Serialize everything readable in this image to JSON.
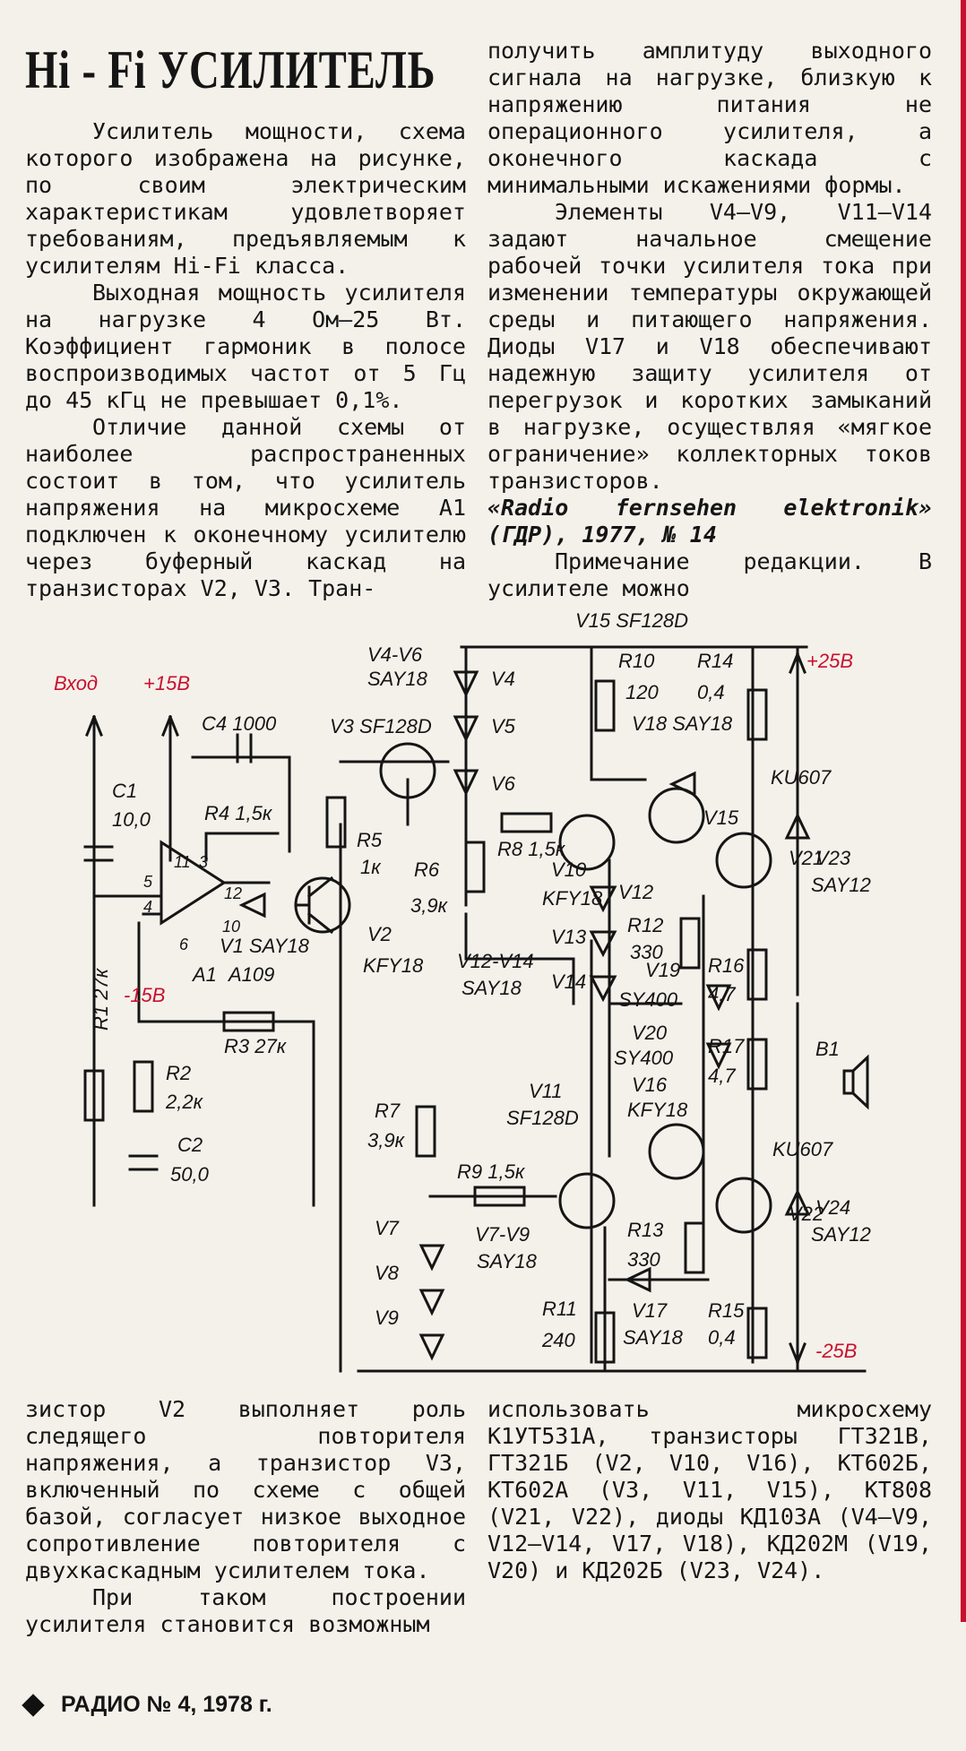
{
  "title": "Hi - Fi УСИЛИТЕЛЬ",
  "col1": [
    "Усилитель мощности, схема которого изображена на рисунке, по своим электрическим характеристикам удовлетворяет требованиям, предъявляемым к усилителям Hi-Fi класса.",
    "Выходная мощность усилителя на нагрузке 4 Ом—25 Вт. Коэффициент гармоник в полосе воспроизводимых частот от 5 Гц до 45 кГц не превышает 0,1%.",
    "Отличие данной схемы от наиболее распространенных состоит в том, что усилитель напряжения на микросхеме A1 подключен к оконечному усилителю через буферный каскад на транзисторах V2, V3. Тран-"
  ],
  "col2": [
    "получить амплитуду выходного сигнала на нагрузке, близкую к напряжению питания не операционного усилителя, а оконечного каскада с минимальными искажениями формы.",
    "Элементы V4—V9, V11—V14 задают начальное смещение рабочей точки усилителя тока при изменении температуры окружающей среды и питающего напряжения. Диоды V17 и V18 обеспечивают надежную защиту усилителя от перегрузок и коротких замыканий в нагрузке, осуществляя «мягкое ограничение» коллекторных токов транзисторов.",
    "«Radio fernsehen elektronik» (ГДР), 1977, № 14",
    "Примечание редакции.",
    "В усилителе можно"
  ],
  "col3": [
    "зистор V2 выполняет роль следящего повторителя напряжения, а транзистор V3, включенный по схеме с общей базой, согласует низкое выходное сопротивление повторителя с двухкаскадным усилителем тока.",
    "При таком построении усилителя становится возможным"
  ],
  "col4": [
    "использовать микросхему К1УТ531А, транзисторы ГТ321В, ГТ321Б (V2, V10, V16), КТ602Б, КТ602А (V3, V11, V15), КТ808 (V21, V22), диоды КД103А (V4—V9, V12—V14, V17, V18), КД202М (V19, V20) и КД202Б (V23, V24)."
  ],
  "schematic": {
    "input": "Вход",
    "plus15": "+15В",
    "minus15": "-15В",
    "plus25": "+25В",
    "minus25": "-25В",
    "c4": "C4 1000",
    "v3": "V3 SF128D",
    "v4v6": "V4-V6",
    "v4v6_type": "SAY18",
    "v4": "V4",
    "v5": "V5",
    "v6": "V6",
    "v15top": "V15 SF128D",
    "r10": "R10",
    "r10v": "120",
    "r14": "R14",
    "r14v": "0,4",
    "v18": "V18 SAY18",
    "c1": "C1",
    "c1v": "10,0",
    "r4": "R4 1,5к",
    "r5": "R5",
    "r5v": "1к",
    "r8": "R8 1,5к",
    "r6": "R6",
    "r6v": "3,9к",
    "v10": "V10",
    "v10t": "KFY18",
    "v15": "V15",
    "v21": "V21",
    "ku607a": "KU607",
    "v23": "V23",
    "v23t": "SAY12",
    "p11": "11",
    "p3": "3",
    "p5": "5",
    "p4": "4",
    "p12": "12",
    "p10": "10",
    "p6": "6",
    "v1": "V1 SAY18",
    "a1": "A1",
    "a1t": "A109",
    "v2": "V2",
    "v2t": "KFY18",
    "v12": "V12",
    "v13": "V13",
    "v14": "V14",
    "v12v14": "V12-V14",
    "v12v14t": "SAY18",
    "r12": "R12",
    "r12v": "330",
    "v19": "V19",
    "v19t": "SY400",
    "r16": "R16",
    "r16v": "4,7",
    "r1": "R1 27к",
    "r3": "R3 27к",
    "v20": "V20",
    "v20t": "SY400",
    "r17": "R17",
    "r17v": "4,7",
    "v16": "V16",
    "v16t": "KFY18",
    "b1": "B1",
    "r2": "R2",
    "r2v": "2,2к",
    "c2": "C2",
    "c2v": "50,0",
    "r7": "R7",
    "r7v": "3,9к",
    "v11": "V11",
    "v11t": "SF128D",
    "r9": "R9 1,5к",
    "v7": "V7",
    "v8": "V8",
    "v9": "V9",
    "v7v9": "V7-V9",
    "v7v9t": "SAY18",
    "r13": "R13",
    "r13v": "330",
    "v22": "V22",
    "ku607b": "KU607",
    "v24": "V24",
    "v24t": "SAY12",
    "r11": "R11",
    "r11v": "240",
    "v17": "V17",
    "v17t": "SAY18",
    "r15": "R15",
    "r15v": "0,4"
  },
  "footer": "РАДИО № 4, 1978 г.",
  "colors": {
    "ink": "#151515",
    "red_label": "#c8102e",
    "paper": "#f4f1ea"
  }
}
